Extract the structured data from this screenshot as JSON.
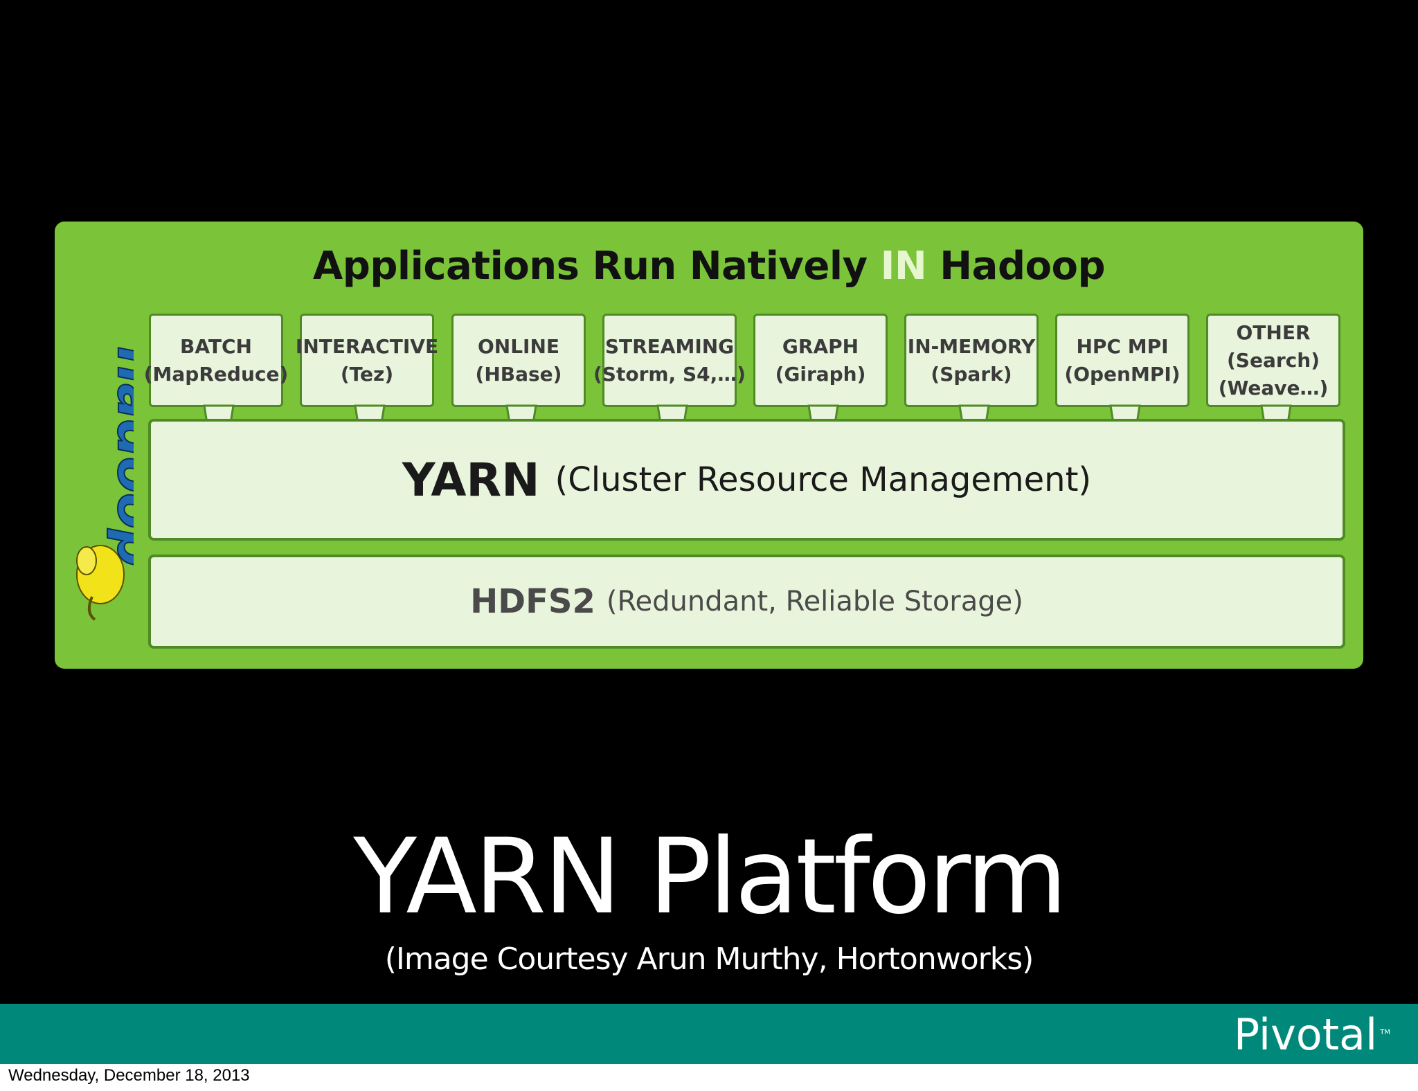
{
  "panel": {
    "title_pre": "Applications Run Natively ",
    "title_hl": "IN",
    "title_post": " Hadoop",
    "logo_text": "hadoop"
  },
  "apps": [
    {
      "name": "BATCH",
      "detail": "(MapReduce)",
      "extra": ""
    },
    {
      "name": "INTERACTIVE",
      "detail": "(Tez)",
      "extra": ""
    },
    {
      "name": "ONLINE",
      "detail": "(HBase)",
      "extra": ""
    },
    {
      "name": "STREAMING",
      "detail": "(Storm, S4,…)",
      "extra": ""
    },
    {
      "name": "GRAPH",
      "detail": "(Giraph)",
      "extra": ""
    },
    {
      "name": "IN-MEMORY",
      "detail": "(Spark)",
      "extra": ""
    },
    {
      "name": "HPC MPI",
      "detail": "(OpenMPI)",
      "extra": ""
    },
    {
      "name": "OTHER",
      "detail": "(Search)",
      "extra": "(Weave…)"
    }
  ],
  "yarn": {
    "label": "YARN",
    "desc": "(Cluster Resource Management)"
  },
  "hdfs": {
    "label": "HDFS2",
    "desc": "(Redundant, Reliable Storage)"
  },
  "slide": {
    "title": "YARN Platform",
    "credit": "(Image Courtesy Arun Murthy, Hortonworks)",
    "brand": "Pivotal",
    "brand_tm": "TM"
  },
  "footer": {
    "date": "Wednesday, December 18, 2013"
  },
  "colors": {
    "background": "#000000",
    "panel_green": "#7bc43a",
    "box_fill": "#e9f4dc",
    "box_border": "#4f8a26",
    "footer_teal": "#00897b"
  }
}
